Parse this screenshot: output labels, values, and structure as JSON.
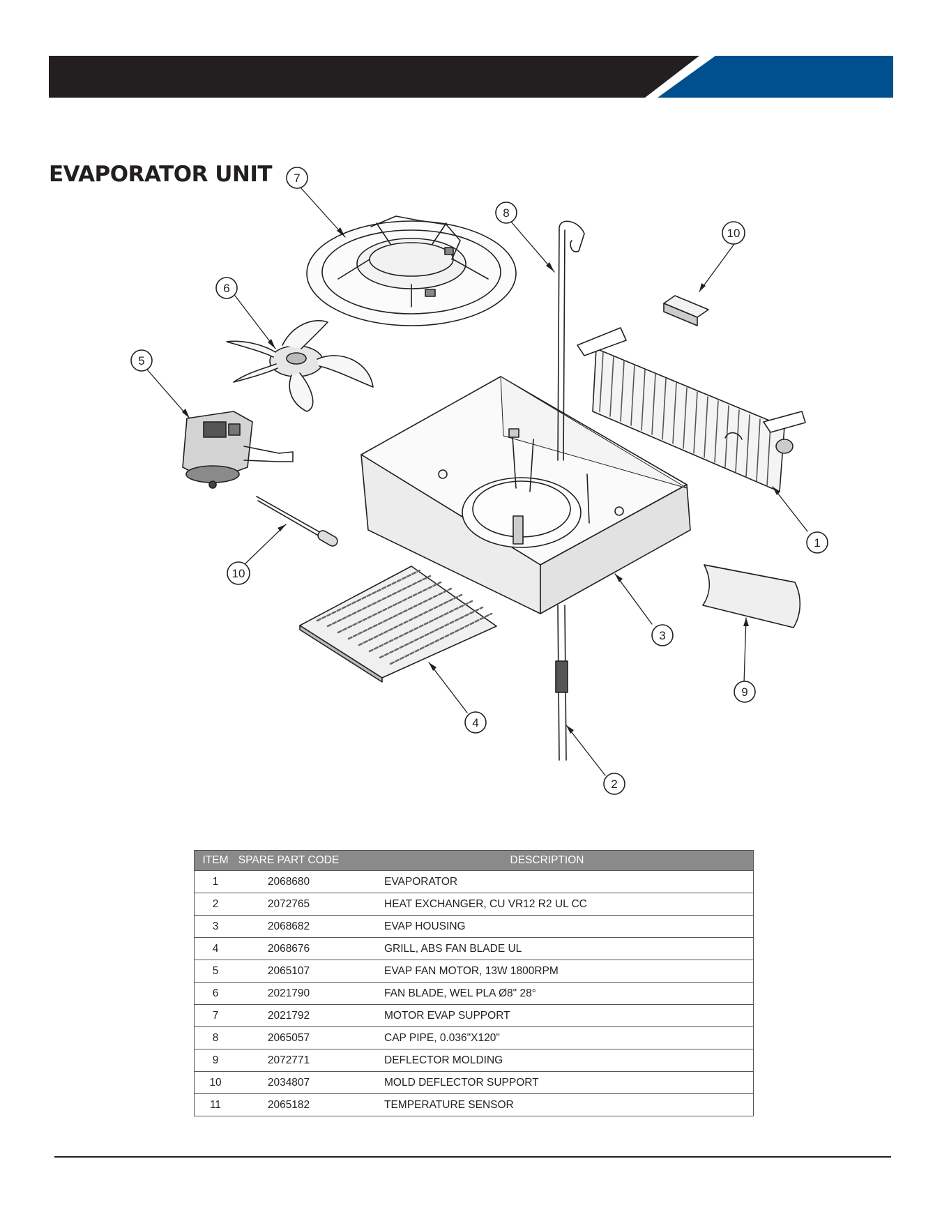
{
  "header": {
    "bar_color": "#231f20",
    "accent_color": "#00508f"
  },
  "section": {
    "title": "EVAPORATOR UNIT"
  },
  "diagram": {
    "callouts": [
      "1",
      "2",
      "3",
      "4",
      "5",
      "6",
      "7",
      "8",
      "9",
      "10",
      "10"
    ]
  },
  "parts_table": {
    "headers": {
      "item": "ITEM",
      "code": "SPARE PART CODE",
      "description": "DESCRIPTION"
    },
    "rows": [
      {
        "item": "1",
        "code": "2068680",
        "description": "EVAPORATOR"
      },
      {
        "item": "2",
        "code": "2072765",
        "description": "HEAT EXCHANGER, CU VR12 R2 UL CC"
      },
      {
        "item": "3",
        "code": "2068682",
        "description": "EVAP HOUSING"
      },
      {
        "item": "4",
        "code": "2068676",
        "description": "GRILL, ABS FAN BLADE UL"
      },
      {
        "item": "5",
        "code": "2065107",
        "description": "EVAP FAN MOTOR, 13W 1800RPM"
      },
      {
        "item": "6",
        "code": "2021790",
        "description": "FAN BLADE, WEL PLA Ø8\" 28°"
      },
      {
        "item": "7",
        "code": "2021792",
        "description": "MOTOR EVAP SUPPORT"
      },
      {
        "item": "8",
        "code": "2065057",
        "description": "CAP PIPE, 0.036\"X120\""
      },
      {
        "item": "9",
        "code": "2072771",
        "description": "DEFLECTOR MOLDING"
      },
      {
        "item": "10",
        "code": "2034807",
        "description": "MOLD DEFLECTOR SUPPORT"
      },
      {
        "item": "11",
        "code": "2065182",
        "description": "TEMPERATURE SENSOR"
      }
    ]
  }
}
